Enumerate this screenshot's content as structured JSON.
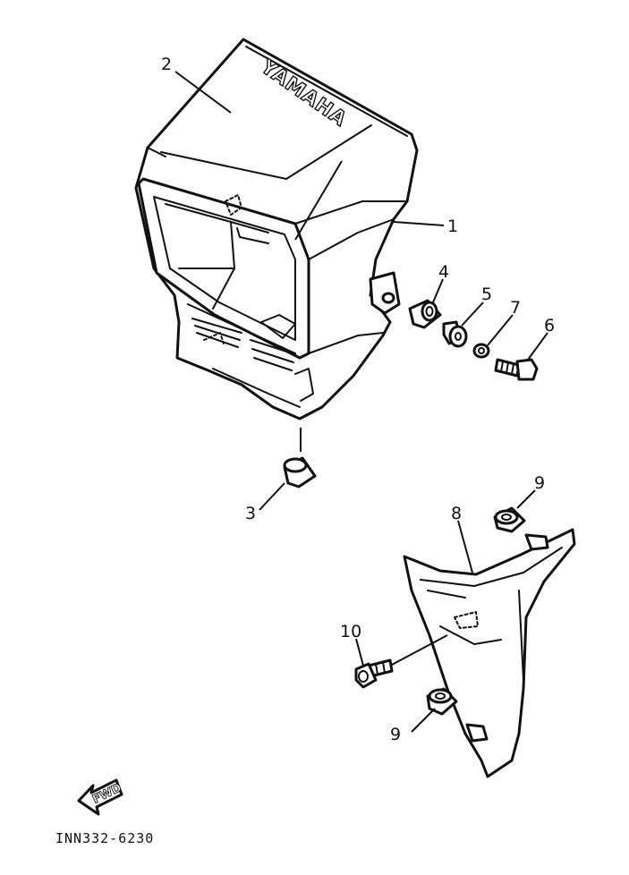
{
  "diagram": {
    "brand_mark": "YAMAHA",
    "direction_mark": "FWD",
    "drawing_code": "INN332-6230",
    "callouts": [
      {
        "id": "1",
        "label": "1"
      },
      {
        "id": "2",
        "label": "2"
      },
      {
        "id": "3",
        "label": "3"
      },
      {
        "id": "4",
        "label": "4"
      },
      {
        "id": "5",
        "label": "5"
      },
      {
        "id": "6",
        "label": "6"
      },
      {
        "id": "7",
        "label": "7"
      },
      {
        "id": "8",
        "label": "8"
      },
      {
        "id": "9a",
        "label": "9"
      },
      {
        "id": "9b",
        "label": "9"
      },
      {
        "id": "10",
        "label": "10"
      }
    ]
  }
}
